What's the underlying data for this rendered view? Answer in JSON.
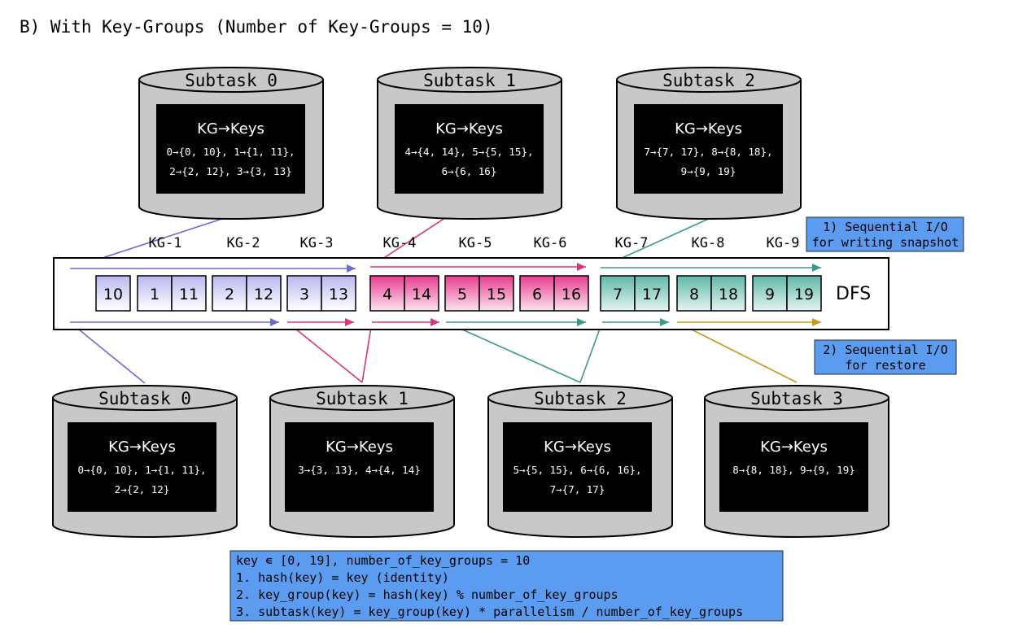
{
  "title": "B) With Key-Groups (Number of Key-Groups = 10)",
  "colors": {
    "purple": "#6b6bd6",
    "purple_fill_top": "#b8b8f0",
    "purple_fill_bottom": "#ffffff",
    "pink": "#d6367a",
    "pink_fill_top": "#e83c8f",
    "pink_fill_bottom": "#fbe3ee",
    "teal": "#3a9a8a",
    "teal_fill_top": "#5fb8a8",
    "teal_fill_bottom": "#e4f4f0",
    "gold": "#c79a1c",
    "note_fill": "#5b9cf0",
    "cylinder_fill": "#c8c8c8",
    "screen_fill": "#000000"
  },
  "top_subtasks": [
    {
      "name": "Subtask 0",
      "header": "KG→Keys",
      "lines": [
        "0→{0, 10}, 1→{1, 11},",
        "2→{2, 12}, 3→{3, 13}"
      ]
    },
    {
      "name": "Subtask 1",
      "header": "KG→Keys",
      "lines": [
        "4→{4, 14}, 5→{5, 15},",
        "6→{6, 16}"
      ]
    },
    {
      "name": "Subtask 2",
      "header": "KG→Keys",
      "lines": [
        "7→{7, 17}, 8→{8, 18},",
        "9→{9, 19}"
      ]
    }
  ],
  "bottom_subtasks": [
    {
      "name": "Subtask 0",
      "header": "KG→Keys",
      "lines": [
        "0→{0, 10}, 1→{1, 11},",
        "2→{2, 12}"
      ]
    },
    {
      "name": "Subtask 1",
      "header": "KG→Keys",
      "lines": [
        "3→{3, 13}, 4→{4, 14}"
      ]
    },
    {
      "name": "Subtask 2",
      "header": "KG→Keys",
      "lines": [
        "5→{5, 15}, 6→{6, 16},",
        "7→{7, 17}"
      ]
    },
    {
      "name": "Subtask 3",
      "header": "KG→Keys",
      "lines": [
        "8→{8, 18}, 9→{9, 19}"
      ]
    }
  ],
  "kg_labels": [
    "KG-1",
    "KG-2",
    "KG-3",
    "KG-4",
    "KG-5",
    "KG-6",
    "KG-7",
    "KG-8",
    "KG-9"
  ],
  "dfs_label": "DFS",
  "key_groups": [
    {
      "keys": [
        "10"
      ],
      "color": "purple"
    },
    {
      "keys": [
        "1",
        "11"
      ],
      "color": "purple"
    },
    {
      "keys": [
        "2",
        "12"
      ],
      "color": "purple"
    },
    {
      "keys": [
        "3",
        "13"
      ],
      "color": "purple"
    },
    {
      "keys": [
        "4",
        "14"
      ],
      "color": "pink"
    },
    {
      "keys": [
        "5",
        "15"
      ],
      "color": "pink"
    },
    {
      "keys": [
        "6",
        "16"
      ],
      "color": "pink"
    },
    {
      "keys": [
        "7",
        "17"
      ],
      "color": "teal"
    },
    {
      "keys": [
        "8",
        "18"
      ],
      "color": "teal"
    },
    {
      "keys": [
        "9",
        "19"
      ],
      "color": "teal"
    }
  ],
  "note_snapshot": [
    "1) Sequential I/O",
    "for writing snapshot"
  ],
  "note_restore": [
    "2) Sequential I/O",
    "for restore"
  ],
  "formula": [
    "key ∊ [0, 19], number_of_key_groups = 10",
    "1. hash(key) = key (identity)",
    "2. key_group(key) = hash(key) % number_of_key_groups",
    "3. subtask(key) = key_group(key) * parallelism / number_of_key_groups"
  ]
}
